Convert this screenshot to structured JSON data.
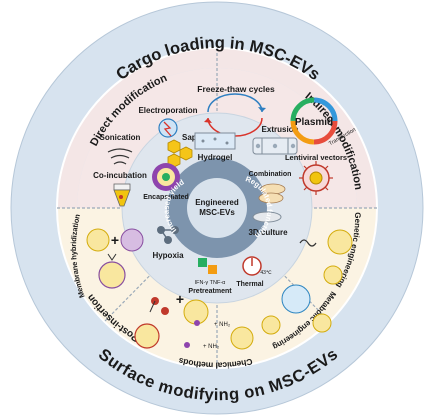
{
  "outer_ring": {
    "top_title": "Cargo loading in MSC-EVs",
    "bottom_title": "Surface modifying on MSC-EVs"
  },
  "middle_ring": {
    "direct_modification": "Direct modification",
    "indirect_modification": "Indirect modification",
    "genetic_engineering": "Genetic engineering",
    "metabolic_engineering": "Metabolic engineering",
    "chemical_methods": "Chemical methods",
    "post_insertion": "Post-insertion",
    "membrane_hybridization": "Membrane hybridization"
  },
  "methods": {
    "freeze_thaw": "Freeze-thaw cycles",
    "electroporation": "Electroporation",
    "extrusion": "Extrusion",
    "saponins": "Saponins",
    "sonication": "Sonication",
    "co_incubation": "Co-incubation",
    "plasmid": "Plasmid",
    "transfection": "Transfection",
    "lentiviral": "Lentiviral vectors"
  },
  "inner_ring": {
    "hydrogel": "Hydrogel",
    "combination": "Combination",
    "encapsulated": "Encapsulated",
    "culture_3d": "3D culture",
    "hypoxia": "Hypoxia",
    "thermal": "Thermal",
    "thermal_value": "43℃",
    "pretreatment_cytokines": "IFN-γ TNF-α",
    "pretreatment": "Pretreatment"
  },
  "center": {
    "line1": "Engineered",
    "line2": "MSC-EVs",
    "increased_yield": "Increased yield",
    "regulated_function": "Regulated function"
  },
  "colors": {
    "outer_ring": "#d7e3ef",
    "outer_text": "#1f1f1f",
    "middle_top": "#f4e6e6",
    "middle_bottom": "#fbf3e3",
    "inner_ring": "#dfe6ee",
    "center": "#7d94ad",
    "plasmid_segments": [
      "#e74c3c",
      "#f39c12",
      "#27ae60",
      "#3498db"
    ]
  }
}
